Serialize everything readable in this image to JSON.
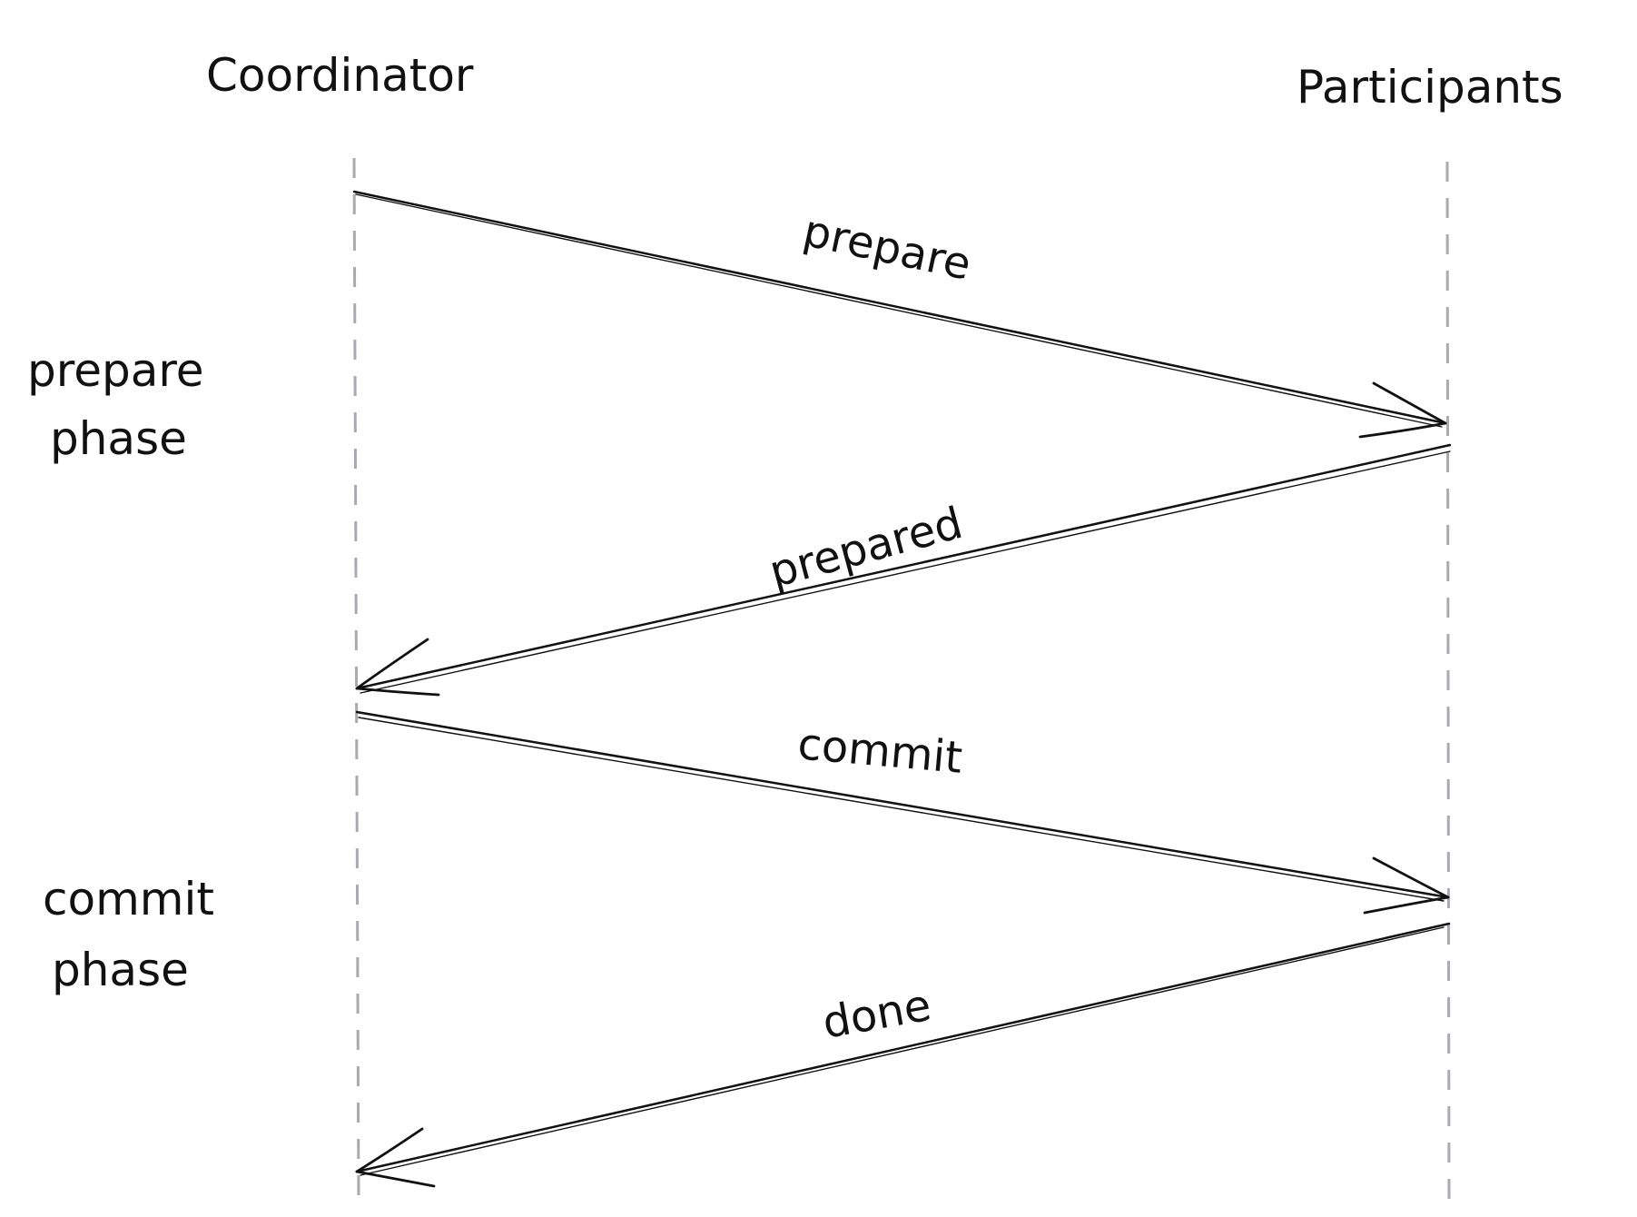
{
  "actors": [
    {
      "id": "coordinator",
      "label": "Coordinator"
    },
    {
      "id": "participants",
      "label": "Participants"
    }
  ],
  "phases": [
    {
      "id": "prepare-phase",
      "lines": [
        "prepare",
        "phase"
      ]
    },
    {
      "id": "commit-phase",
      "lines": [
        "commit",
        "phase"
      ]
    }
  ],
  "messages": [
    {
      "id": "prepare",
      "label": "prepare",
      "from": "coordinator",
      "to": "participants"
    },
    {
      "id": "prepared",
      "label": "prepared",
      "from": "participants",
      "to": "coordinator"
    },
    {
      "id": "commit",
      "label": "commit",
      "from": "coordinator",
      "to": "participants"
    },
    {
      "id": "done",
      "label": "done",
      "from": "participants",
      "to": "coordinator"
    }
  ],
  "colors": {
    "ink": "#111111",
    "lifeline": "#a9a9b0",
    "background": "#ffffff"
  }
}
